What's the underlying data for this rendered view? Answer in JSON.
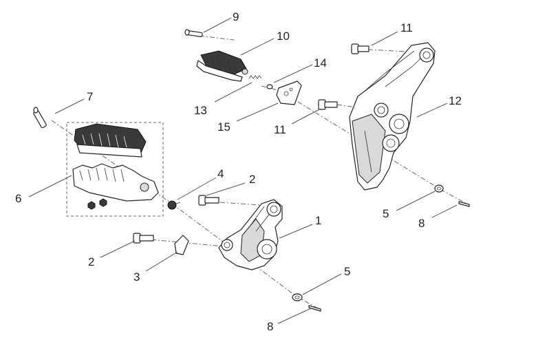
{
  "callouts": [
    {
      "id": "c9",
      "text": "9"
    },
    {
      "id": "c10",
      "text": "10"
    },
    {
      "id": "c11a",
      "text": "11"
    },
    {
      "id": "c14",
      "text": "14"
    },
    {
      "id": "c7",
      "text": "7"
    },
    {
      "id": "c13",
      "text": "13"
    },
    {
      "id": "c12",
      "text": "12"
    },
    {
      "id": "c15",
      "text": "15"
    },
    {
      "id": "c11b",
      "text": "11"
    },
    {
      "id": "c4",
      "text": "4"
    },
    {
      "id": "c2a",
      "text": "2"
    },
    {
      "id": "c6",
      "text": "6"
    },
    {
      "id": "c5a",
      "text": "5"
    },
    {
      "id": "c8a",
      "text": "8"
    },
    {
      "id": "c1",
      "text": "1"
    },
    {
      "id": "c2b",
      "text": "2"
    },
    {
      "id": "c3",
      "text": "3"
    },
    {
      "id": "c5b",
      "text": "5"
    },
    {
      "id": "c8b",
      "text": "8"
    }
  ]
}
